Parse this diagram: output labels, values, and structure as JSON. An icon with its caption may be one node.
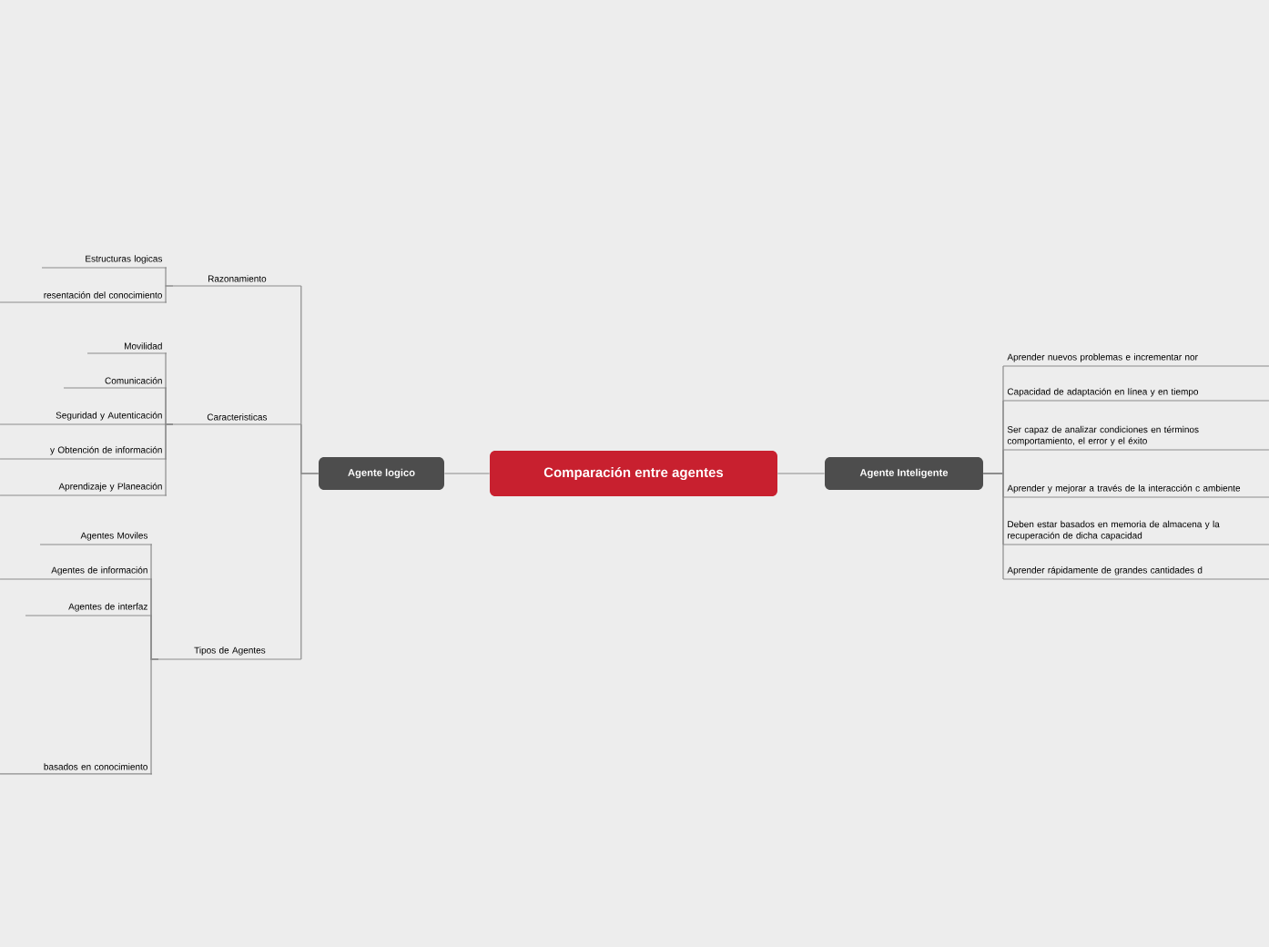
{
  "diagram": {
    "nodes": [
      {
        "text": [
          "Comparación entre agentes"
        ]
      },
      {
        "text": [
          "Agente logico"
        ]
      },
      {
        "text": [
          "Agente Inteligente"
        ]
      },
      {
        "text": [
          "Razonamiento"
        ]
      },
      {
        "text": [
          "Estructuras logicas"
        ]
      },
      {
        "text": [
          "resentación del conocimiento"
        ]
      },
      {
        "text": [
          "Caracteristicas"
        ]
      },
      {
        "text": [
          "Movilidad"
        ]
      },
      {
        "text": [
          "Comunicación"
        ]
      },
      {
        "text": [
          "Seguridad y Autenticación"
        ]
      },
      {
        "text": [
          "y Obtención de información"
        ]
      },
      {
        "text": [
          "Aprendizaje y Planeación"
        ]
      },
      {
        "text": [
          "Tipos de Agentes"
        ]
      },
      {
        "text": [
          "Agentes Moviles"
        ]
      },
      {
        "text": [
          "Agentes de información"
        ]
      },
      {
        "text": [
          "Agentes de interfaz"
        ]
      },
      {
        "text": [
          "basados en conocimiento"
        ]
      },
      {
        "text": [
          "Aprender nuevos problemas e incrementar nor"
        ]
      },
      {
        "text": [
          "Capacidad de adaptación en línea y en tiempo"
        ]
      },
      {
        "text": [
          "Ser capaz de analizar condiciones en términos comportamiento, el error y el éxito"
        ]
      },
      {
        "text": [
          "Aprender y mejorar a través de la interacción c ambiente"
        ]
      },
      {
        "text": [
          "Deben estar basados en memoria de almacena y la recuperación de dicha capacidad"
        ]
      },
      {
        "text": [
          "Aprender rápidamente de grandes cantidades d"
        ]
      }
    ],
    "edges": [
      {
        "from": 0,
        "to": 1,
        "arrow": "none"
      },
      {
        "from": 0,
        "to": 2,
        "arrow": "none"
      },
      {
        "from": 1,
        "to": 3,
        "arrow": "none"
      },
      {
        "from": 1,
        "to": 6,
        "arrow": "none"
      },
      {
        "from": 1,
        "to": 12,
        "arrow": "none"
      },
      {
        "from": 3,
        "to": 4,
        "arrow": "none"
      },
      {
        "from": 3,
        "to": 5,
        "arrow": "none"
      },
      {
        "from": 6,
        "to": 7,
        "arrow": "none"
      },
      {
        "from": 6,
        "to": 8,
        "arrow": "none"
      },
      {
        "from": 6,
        "to": 9,
        "arrow": "none"
      },
      {
        "from": 6,
        "to": 10,
        "arrow": "none"
      },
      {
        "from": 6,
        "to": 11,
        "arrow": "none"
      },
      {
        "from": 12,
        "to": 13,
        "arrow": "none"
      },
      {
        "from": 12,
        "to": 14,
        "arrow": "none"
      },
      {
        "from": 12,
        "to": 15,
        "arrow": "none"
      },
      {
        "from": 12,
        "to": 16,
        "arrow": "none"
      },
      {
        "from": 2,
        "to": 17,
        "arrow": "none"
      },
      {
        "from": 2,
        "to": 18,
        "arrow": "none"
      },
      {
        "from": 2,
        "to": 19,
        "arrow": "none"
      },
      {
        "from": 2,
        "to": 20,
        "arrow": "none"
      },
      {
        "from": 2,
        "to": 21,
        "arrow": "none"
      },
      {
        "from": 2,
        "to": 22,
        "arrow": "none"
      }
    ]
  }
}
